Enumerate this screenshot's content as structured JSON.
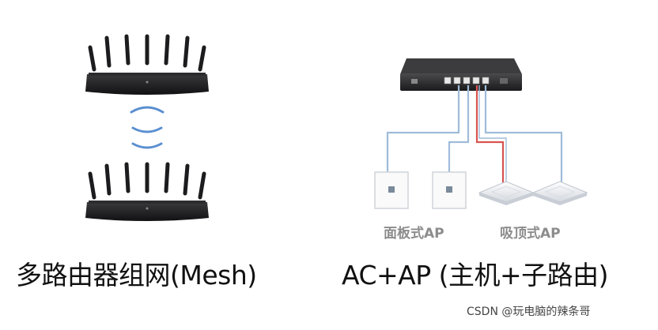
{
  "left_section": {
    "caption": "多路由器组网(Mesh)"
  },
  "right_section": {
    "caption": "AC+AP (主机+子路由)",
    "panel_ap_label": "面板式AP",
    "ceiling_ap_label": "吸顶式AP"
  },
  "watermark": "CSDN @玩电脑的辣条哥",
  "colors": {
    "router_body": "#1c1c1e",
    "cable_blue": "#9fbcd9",
    "cable_red": "#d9534f",
    "label_gray": "#8c8c8c",
    "signal_blue": "#5b8fd0"
  }
}
